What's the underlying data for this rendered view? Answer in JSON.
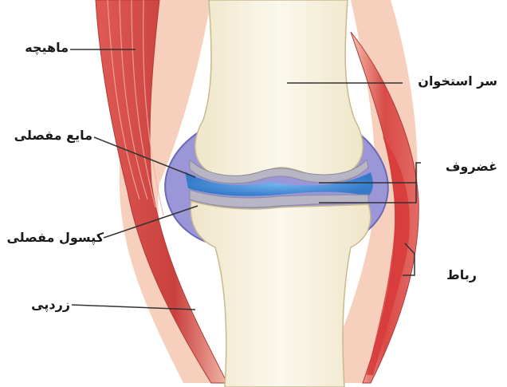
{
  "labels": {
    "muscle": "ماهیچه",
    "synovial_fluid": "مایع مفصلی",
    "joint_capsule": "کپسول مفصلی",
    "tendon": "زردپی",
    "bone_head": "سر استخوان",
    "cartilage": "غضروف",
    "ligament": "رباط"
  },
  "colors": {
    "muscle": "#d9534f",
    "bone": "#f7f2e0",
    "capsule": "#8f8fd0",
    "fluid": "#3c8fd6",
    "cartilage": "#c7c7d0",
    "leader": "#333333"
  }
}
